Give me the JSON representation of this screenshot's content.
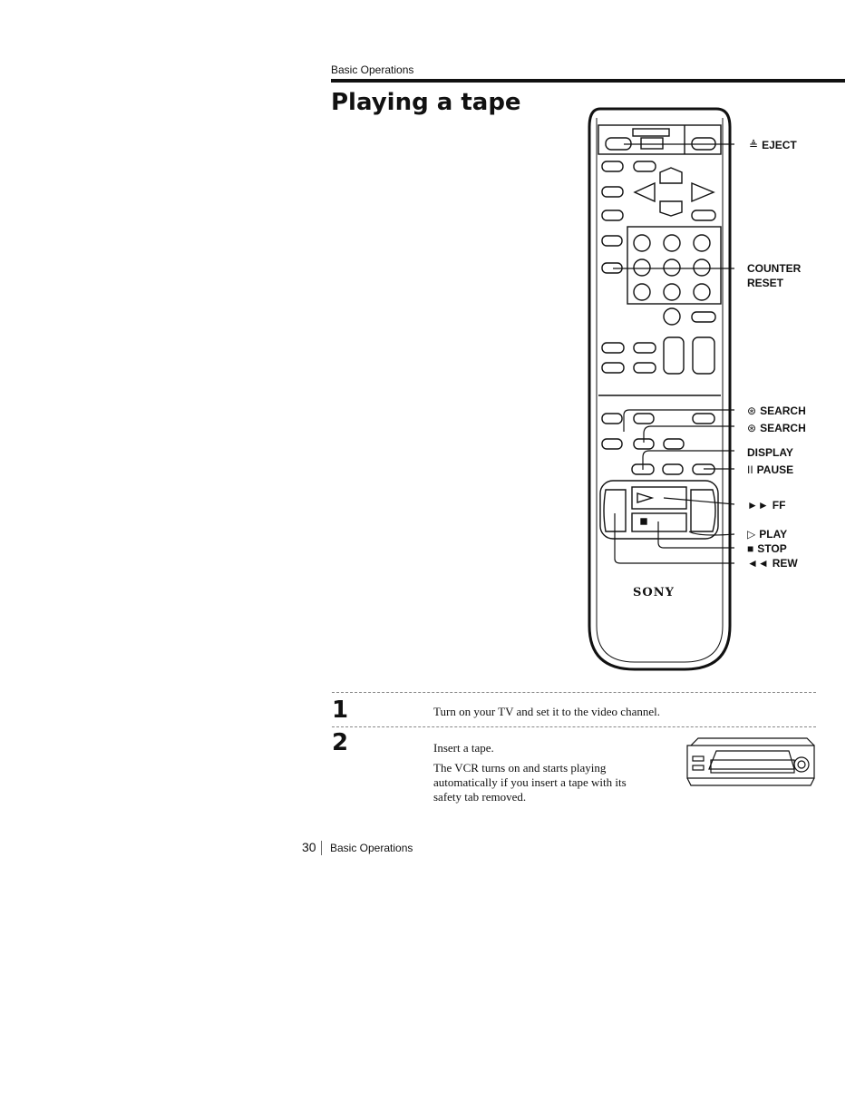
{
  "header": {
    "section": "Basic Operations",
    "title": "Playing a tape"
  },
  "remote": {
    "brand": "SONY",
    "callouts": [
      {
        "glyph": "≜",
        "label": "EJECT"
      },
      {
        "glyph": "",
        "label": "COUNTER"
      },
      {
        "glyph": "",
        "label": "RESET"
      },
      {
        "glyph": "⊛",
        "label": "SEARCH"
      },
      {
        "glyph": "⊛",
        "label": "SEARCH"
      },
      {
        "glyph": "",
        "label": "DISPLAY"
      },
      {
        "glyph": "II",
        "label": "PAUSE"
      },
      {
        "glyph": "►►",
        "label": "FF"
      },
      {
        "glyph": "▷",
        "label": "PLAY"
      },
      {
        "glyph": "■",
        "label": "STOP"
      },
      {
        "glyph": "◄◄",
        "label": "REW"
      }
    ]
  },
  "steps": [
    {
      "number": "1",
      "lines": [
        "Turn on your TV and set it to the video channel."
      ]
    },
    {
      "number": "2",
      "lines": [
        "Insert a tape.",
        "The VCR turns on and starts playing",
        "automatically if you insert a tape with its",
        "safety tab removed."
      ]
    }
  ],
  "footer": {
    "page": "30",
    "section": "Basic Operations"
  }
}
